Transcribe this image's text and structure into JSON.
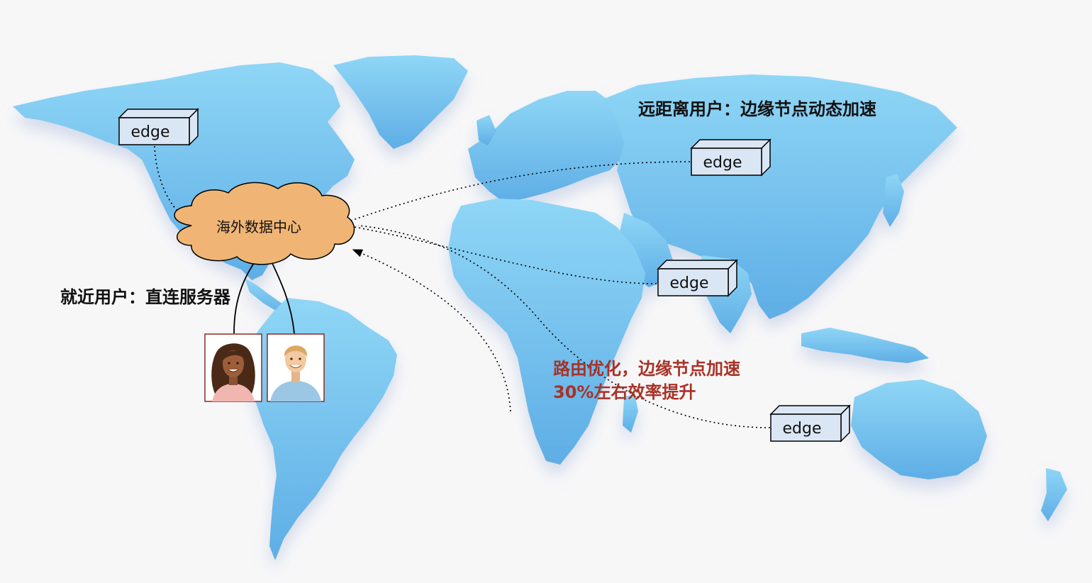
{
  "diagram": {
    "data_center": {
      "label": "海外数据中心"
    },
    "edge_nodes": [
      {
        "label": "edge"
      },
      {
        "label": "edge"
      },
      {
        "label": "edge"
      },
      {
        "label": "edge"
      }
    ],
    "annotations": {
      "remote_users": "远距离用户：边缘节点动态加速",
      "nearby_users": "就近用户：直连服务器",
      "optimization_line1": "路由优化，边缘节点加速",
      "optimization_line2": "30%左右效率提升"
    },
    "users": [
      {
        "avatar": "woman-avatar"
      },
      {
        "avatar": "man-avatar"
      }
    ],
    "colors": {
      "ocean_bg": "#f7f7f8",
      "land": "#74c2ee",
      "land_light": "#8fd2f4",
      "cloud_fill": "#f0b575",
      "edge_fill": "#dbe6f5",
      "highlight_text": "#a83227",
      "text": "#111111"
    }
  }
}
